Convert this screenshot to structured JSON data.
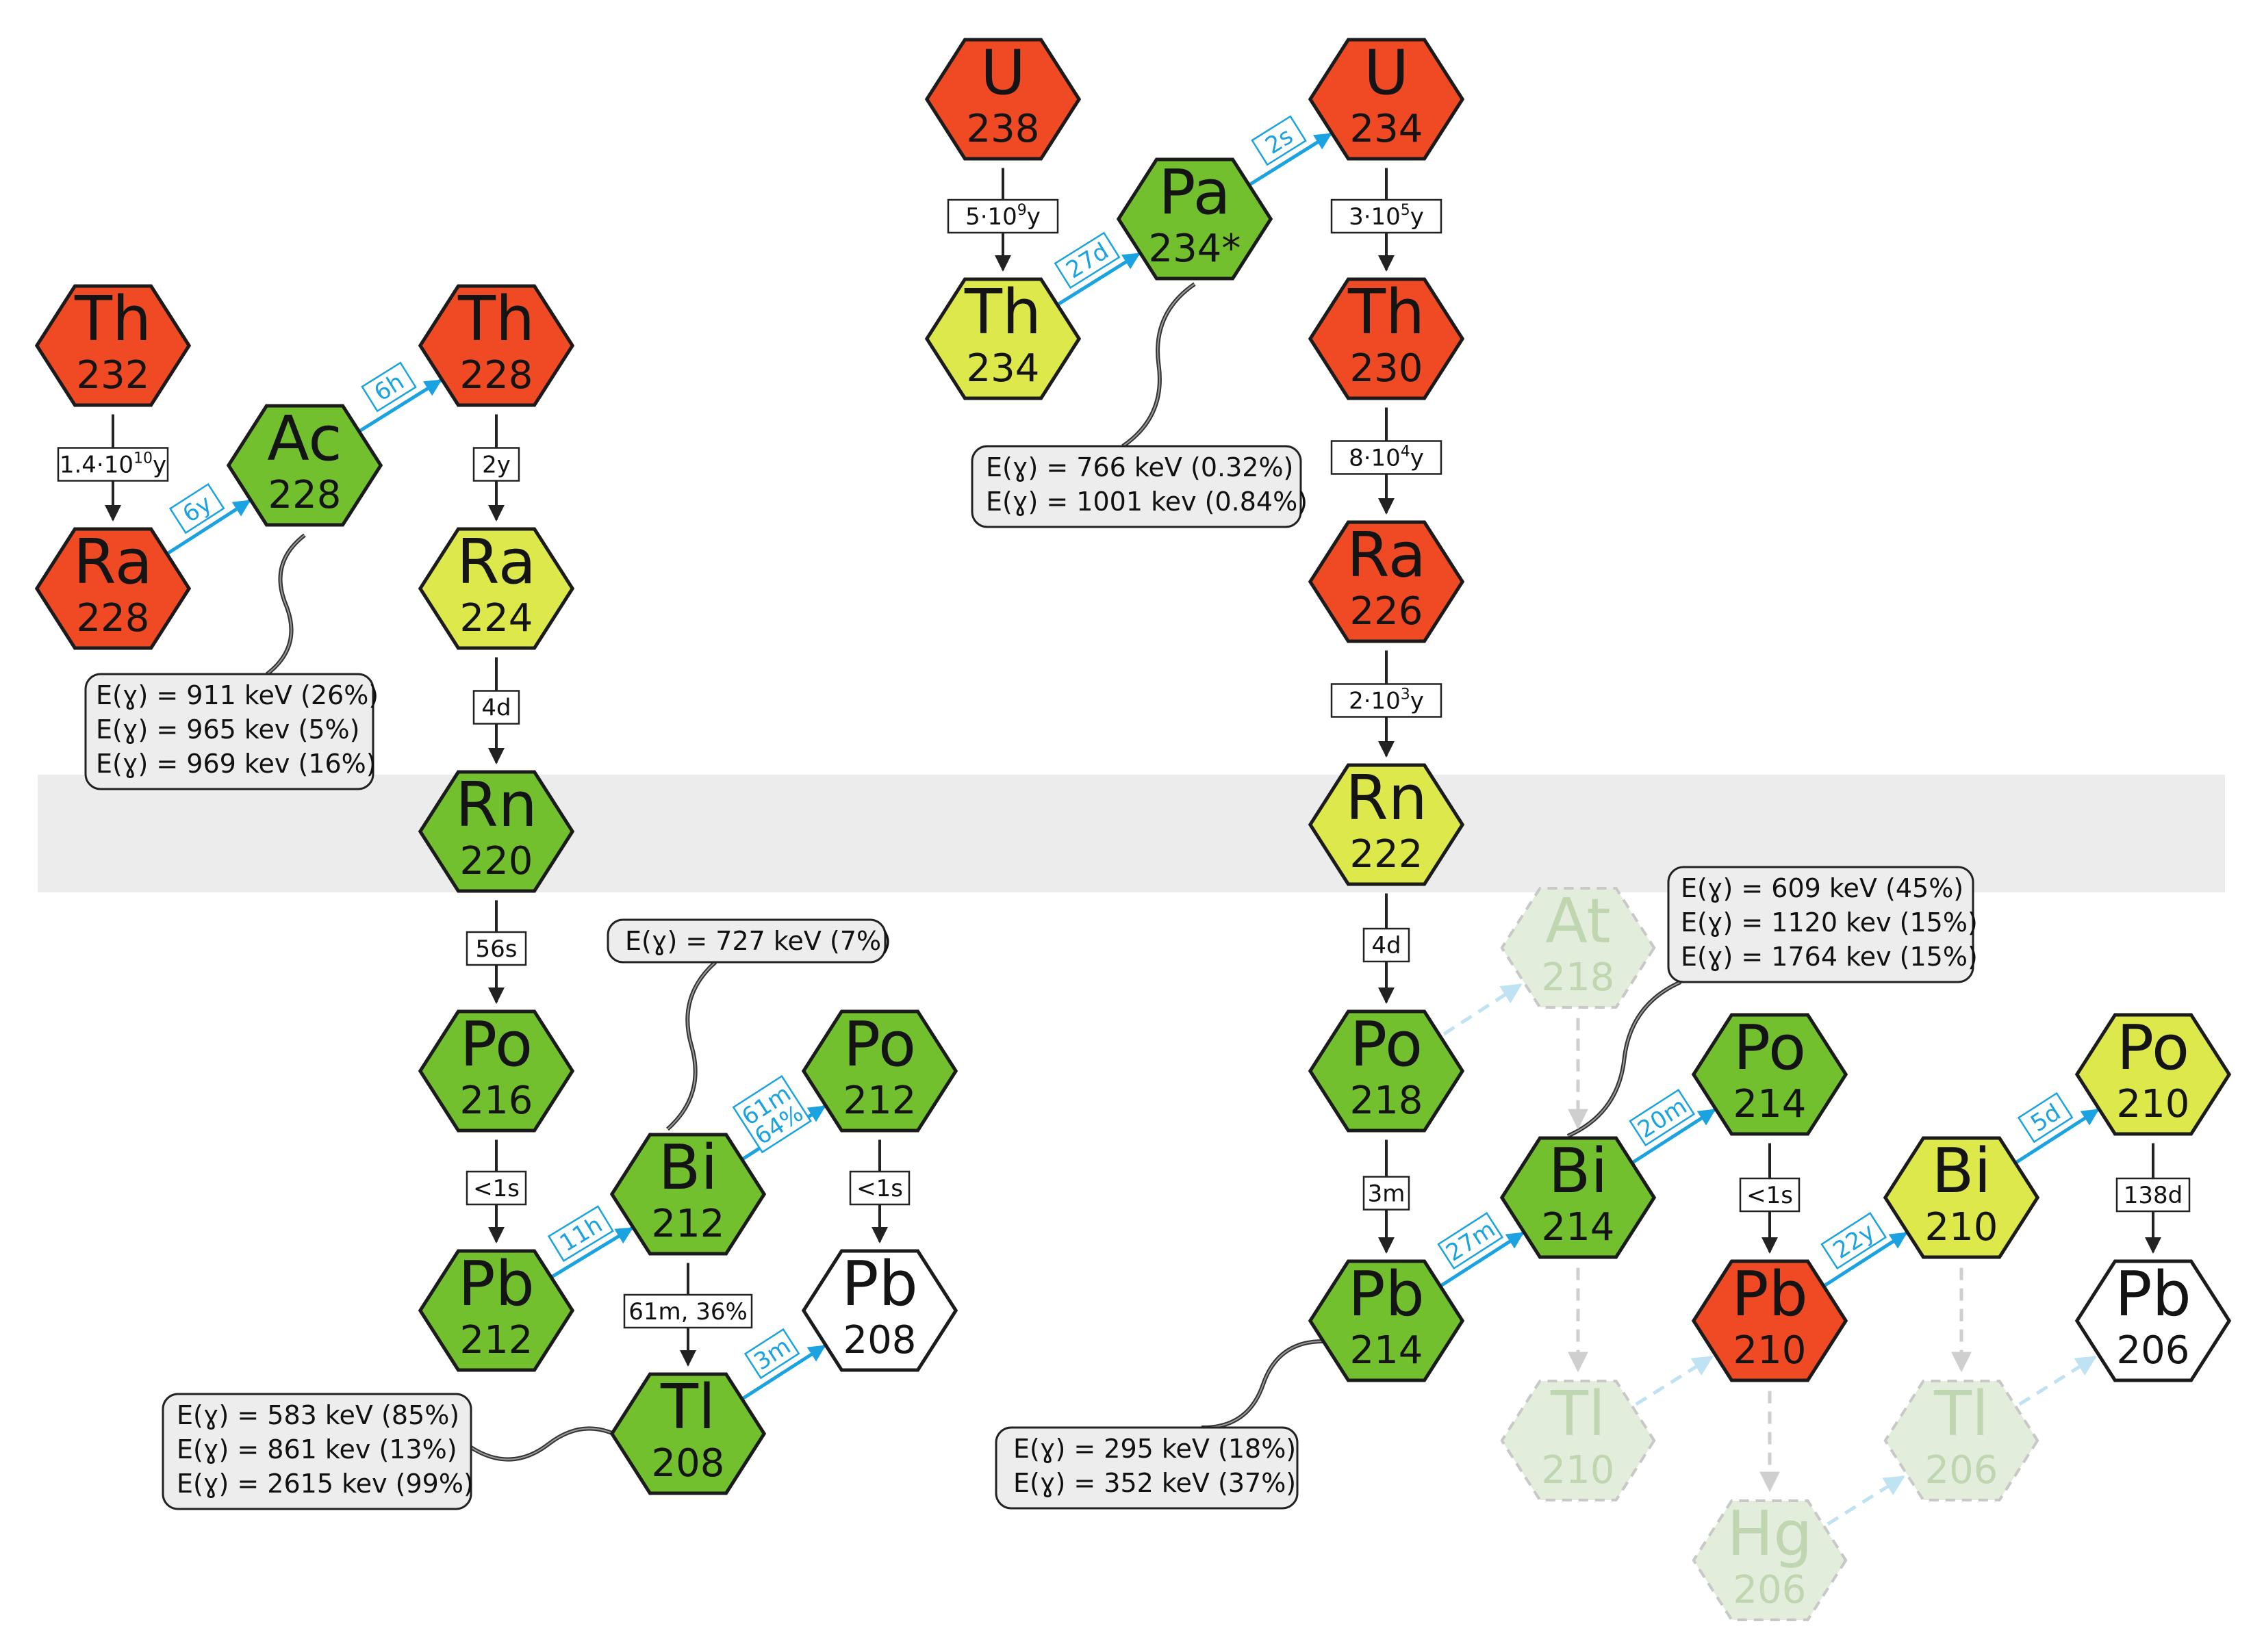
{
  "colors": {
    "red": "#f04a25",
    "green": "#72c02e",
    "yellow": "#dde84a",
    "white": "#ffffff",
    "faded_fill": "#e2eedb",
    "faded_text": "#bfd6b0",
    "beta_arrow": "#1aa3e0",
    "band": "#ececec"
  },
  "nuclides": [
    {
      "id": "th232",
      "sym": "Th",
      "mass": "232",
      "color": "red"
    },
    {
      "id": "ra228",
      "sym": "Ra",
      "mass": "228",
      "color": "red"
    },
    {
      "id": "ac228",
      "sym": "Ac",
      "mass": "228",
      "color": "green"
    },
    {
      "id": "th228",
      "sym": "Th",
      "mass": "228",
      "color": "red"
    },
    {
      "id": "ra224",
      "sym": "Ra",
      "mass": "224",
      "color": "yellow"
    },
    {
      "id": "rn220",
      "sym": "Rn",
      "mass": "220",
      "color": "green"
    },
    {
      "id": "po216",
      "sym": "Po",
      "mass": "216",
      "color": "green"
    },
    {
      "id": "pb212",
      "sym": "Pb",
      "mass": "212",
      "color": "green"
    },
    {
      "id": "bi212",
      "sym": "Bi",
      "mass": "212",
      "color": "green"
    },
    {
      "id": "po212",
      "sym": "Po",
      "mass": "212",
      "color": "green"
    },
    {
      "id": "tl208",
      "sym": "Tl",
      "mass": "208",
      "color": "green"
    },
    {
      "id": "pb208",
      "sym": "Pb",
      "mass": "208",
      "color": "white"
    },
    {
      "id": "u238",
      "sym": "U",
      "mass": "238",
      "color": "red"
    },
    {
      "id": "th234",
      "sym": "Th",
      "mass": "234",
      "color": "yellow"
    },
    {
      "id": "pa234",
      "sym": "Pa",
      "mass": "234*",
      "color": "green"
    },
    {
      "id": "u234",
      "sym": "U",
      "mass": "234",
      "color": "red"
    },
    {
      "id": "th230",
      "sym": "Th",
      "mass": "230",
      "color": "red"
    },
    {
      "id": "ra226",
      "sym": "Ra",
      "mass": "226",
      "color": "red"
    },
    {
      "id": "rn222",
      "sym": "Rn",
      "mass": "222",
      "color": "yellow"
    },
    {
      "id": "po218",
      "sym": "Po",
      "mass": "218",
      "color": "green"
    },
    {
      "id": "at218",
      "sym": "At",
      "mass": "218",
      "color": "faded"
    },
    {
      "id": "pb214",
      "sym": "Pb",
      "mass": "214",
      "color": "green"
    },
    {
      "id": "bi214",
      "sym": "Bi",
      "mass": "214",
      "color": "green"
    },
    {
      "id": "po214",
      "sym": "Po",
      "mass": "214",
      "color": "green"
    },
    {
      "id": "tl210",
      "sym": "Tl",
      "mass": "210",
      "color": "faded"
    },
    {
      "id": "pb210",
      "sym": "Pb",
      "mass": "210",
      "color": "red"
    },
    {
      "id": "hg206",
      "sym": "Hg",
      "mass": "206",
      "color": "faded"
    },
    {
      "id": "bi210",
      "sym": "Bi",
      "mass": "210",
      "color": "yellow"
    },
    {
      "id": "po210",
      "sym": "Po",
      "mass": "210",
      "color": "yellow"
    },
    {
      "id": "tl206",
      "sym": "Tl",
      "mass": "206",
      "color": "faded"
    },
    {
      "id": "pb206",
      "sym": "Pb",
      "mass": "206",
      "color": "white"
    }
  ],
  "alpha_decays": [
    {
      "from": "th232",
      "to": "ra228",
      "label": "1.4·10",
      "sup": "10",
      "unit": "y"
    },
    {
      "from": "th228",
      "to": "ra224",
      "label": "2y"
    },
    {
      "from": "ra224",
      "to": "rn220",
      "label": "4d"
    },
    {
      "from": "rn220",
      "to": "po216",
      "label": "56s"
    },
    {
      "from": "po216",
      "to": "pb212",
      "label": "<1s"
    },
    {
      "from": "bi212",
      "to": "tl208",
      "label": "61m, 36%"
    },
    {
      "from": "po212",
      "to": "pb208",
      "label": "<1s"
    },
    {
      "from": "u238",
      "to": "th234",
      "label": "5·10",
      "sup": "9",
      "unit": "y"
    },
    {
      "from": "u234",
      "to": "th230",
      "label": "3·10",
      "sup": "5",
      "unit": "y"
    },
    {
      "from": "th230",
      "to": "ra226",
      "label": "8·10",
      "sup": "4",
      "unit": "y"
    },
    {
      "from": "ra226",
      "to": "rn222",
      "label": "2·10",
      "sup": "3",
      "unit": "y"
    },
    {
      "from": "rn222",
      "to": "po218",
      "label": "4d"
    },
    {
      "from": "po218",
      "to": "pb214",
      "label": "3m"
    },
    {
      "from": "po214",
      "to": "pb210",
      "label": "<1s"
    },
    {
      "from": "po210",
      "to": "pb206",
      "label": "138d"
    }
  ],
  "beta_decays": [
    {
      "from": "ra228",
      "to": "ac228",
      "label": "6y"
    },
    {
      "from": "ac228",
      "to": "th228",
      "label": "6h"
    },
    {
      "from": "pb212",
      "to": "bi212",
      "label": "11h"
    },
    {
      "from": "bi212",
      "to": "po212",
      "label": "61m",
      "label2": "64%"
    },
    {
      "from": "tl208",
      "to": "pb208",
      "label": "3m"
    },
    {
      "from": "th234",
      "to": "pa234",
      "label": "27d"
    },
    {
      "from": "pa234",
      "to": "u234",
      "label": "2s"
    },
    {
      "from": "pb214",
      "to": "bi214",
      "label": "27m"
    },
    {
      "from": "bi214",
      "to": "po214",
      "label": "20m"
    },
    {
      "from": "pb210",
      "to": "bi210",
      "label": "22y"
    },
    {
      "from": "bi210",
      "to": "po210",
      "label": "5d"
    }
  ],
  "faded_decays": [
    {
      "from": "po218",
      "to": "at218"
    },
    {
      "from": "at218",
      "to": "bi214"
    },
    {
      "from": "bi214",
      "to": "tl210"
    },
    {
      "from": "tl210",
      "to": "pb210"
    },
    {
      "from": "pb210",
      "to": "hg206"
    },
    {
      "from": "hg206",
      "to": "tl206"
    },
    {
      "from": "bi210",
      "to": "tl206"
    },
    {
      "from": "tl206",
      "to": "pb206"
    }
  ],
  "gamma_boxes": [
    {
      "id": "g_ac228",
      "lines": [
        "E(ɣ) = 911 keV (26%)",
        "E(ɣ) = 965 kev (5%)",
        "E(ɣ) = 969 kev (16%)"
      ]
    },
    {
      "id": "g_pa234",
      "lines": [
        "E(ɣ) = 766 keV (0.32%)",
        "E(ɣ) = 1001 kev (0.84%)"
      ]
    },
    {
      "id": "g_bi212",
      "lines": [
        "E(ɣ) = 727 keV (7%)"
      ]
    },
    {
      "id": "g_tl208",
      "lines": [
        "E(ɣ) = 583 keV (85%)",
        "E(ɣ) = 861 kev (13%)",
        "E(ɣ) = 2615 kev (99%)"
      ]
    },
    {
      "id": "g_bi214",
      "lines": [
        "E(ɣ) = 609 keV (45%)",
        "E(ɣ) = 1120 kev (15%)",
        "E(ɣ) = 1764 kev (15%)"
      ]
    },
    {
      "id": "g_pb214",
      "lines": [
        "E(ɣ) = 295 keV (18%)",
        "E(ɣ) = 352 keV (37%)"
      ]
    }
  ]
}
